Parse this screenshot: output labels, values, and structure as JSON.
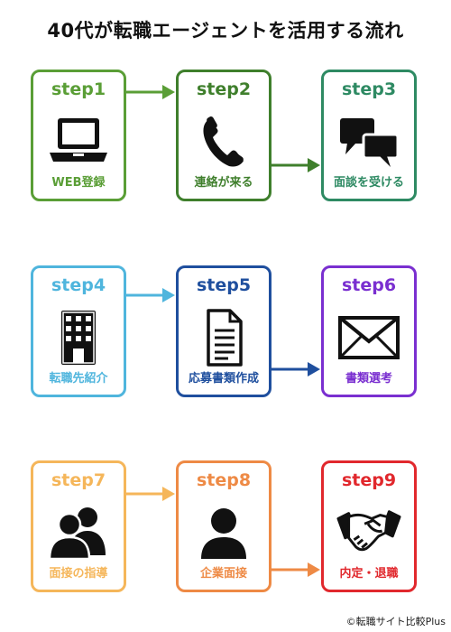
{
  "title": "40代が転職エージェントを活用する流れ",
  "credit": "©転職サイト比較Plus",
  "steps": [
    {
      "step": "step1",
      "label": "WEB登録",
      "icon": "laptop-icon",
      "color": "#5a9e36"
    },
    {
      "step": "step2",
      "label": "連絡が来る",
      "icon": "phone-icon",
      "color": "#3f7f2c"
    },
    {
      "step": "step3",
      "label": "面談を受ける",
      "icon": "chat-bubbles-icon",
      "color": "#2e8a63"
    },
    {
      "step": "step4",
      "label": "転職先紹介",
      "icon": "building-icon",
      "color": "#4fb5dd"
    },
    {
      "step": "step5",
      "label": "応募書類作成",
      "icon": "document-icon",
      "color": "#1f4f9e"
    },
    {
      "step": "step6",
      "label": "書類選考",
      "icon": "envelope-icon",
      "color": "#7a2fd0"
    },
    {
      "step": "step7",
      "label": "面接の指導",
      "icon": "people-icon",
      "color": "#f5b65a"
    },
    {
      "step": "step8",
      "label": "企業面接",
      "icon": "person-icon",
      "color": "#ee8a45"
    },
    {
      "step": "step9",
      "label": "内定・退職",
      "icon": "handshake-icon",
      "color": "#e1282d"
    }
  ]
}
